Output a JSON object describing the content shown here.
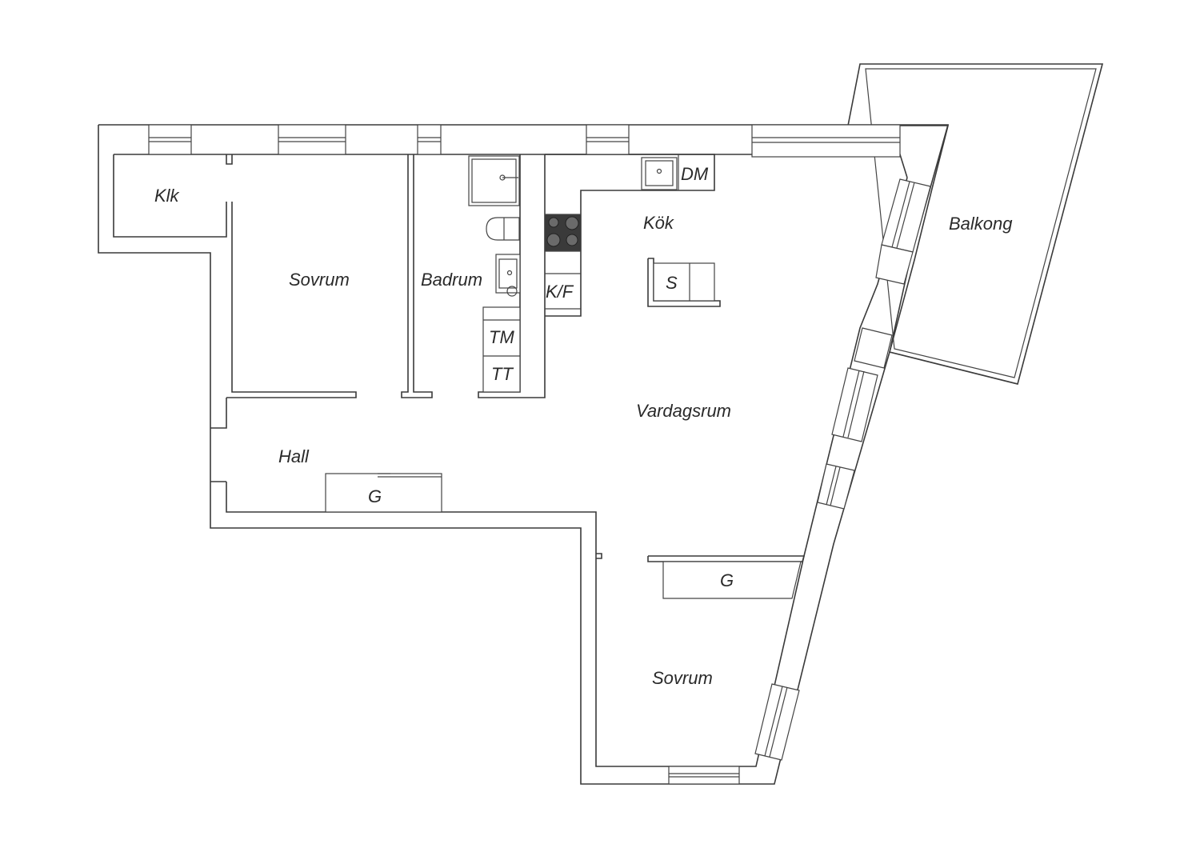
{
  "rooms": {
    "klk": "Klk",
    "sovrum_1": "Sovrum",
    "badrum": "Badrum",
    "kok": "Kök",
    "balkong": "Balkong",
    "vardagsrum": "Vardagsrum",
    "hall": "Hall",
    "sovrum_2": "Sovrum"
  },
  "fixtures": {
    "dm": "DM",
    "kf": "K/F",
    "s": "S",
    "tm": "TM",
    "tt": "TT",
    "g_hall": "G",
    "g_sovrum": "G"
  },
  "colors": {
    "wall": "#3a3a3a",
    "background": "#ffffff",
    "hob": "#3a3a3a"
  }
}
